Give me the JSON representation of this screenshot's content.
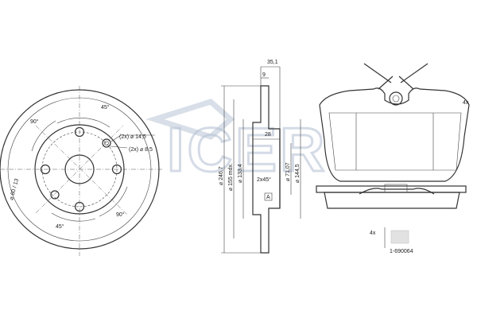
{
  "watermark": {
    "text": "ICER",
    "color": "#b8c4d6"
  },
  "disc_front": {
    "angles": [
      "45°",
      "90°",
      "45°",
      "90°"
    ],
    "hole_callouts": [
      "(2x) ⌀ 14,5",
      "(2x) ⌀ 8,5"
    ],
    "pcd_label": "⌀ 60 / 13"
  },
  "disc_section": {
    "top_dims": [
      "35,1",
      "9"
    ],
    "inner_dims": [
      "28",
      "2x45°",
      "A"
    ],
    "diameters": [
      "⌀ 246,7",
      "⌀ 155 mdx.",
      "⌀ 133,4",
      "⌀ 71,07",
      "⌀ 144,5"
    ]
  },
  "pad": {
    "qty": "4x",
    "accessory_qty": "4x",
    "part_number": "1-690064"
  }
}
